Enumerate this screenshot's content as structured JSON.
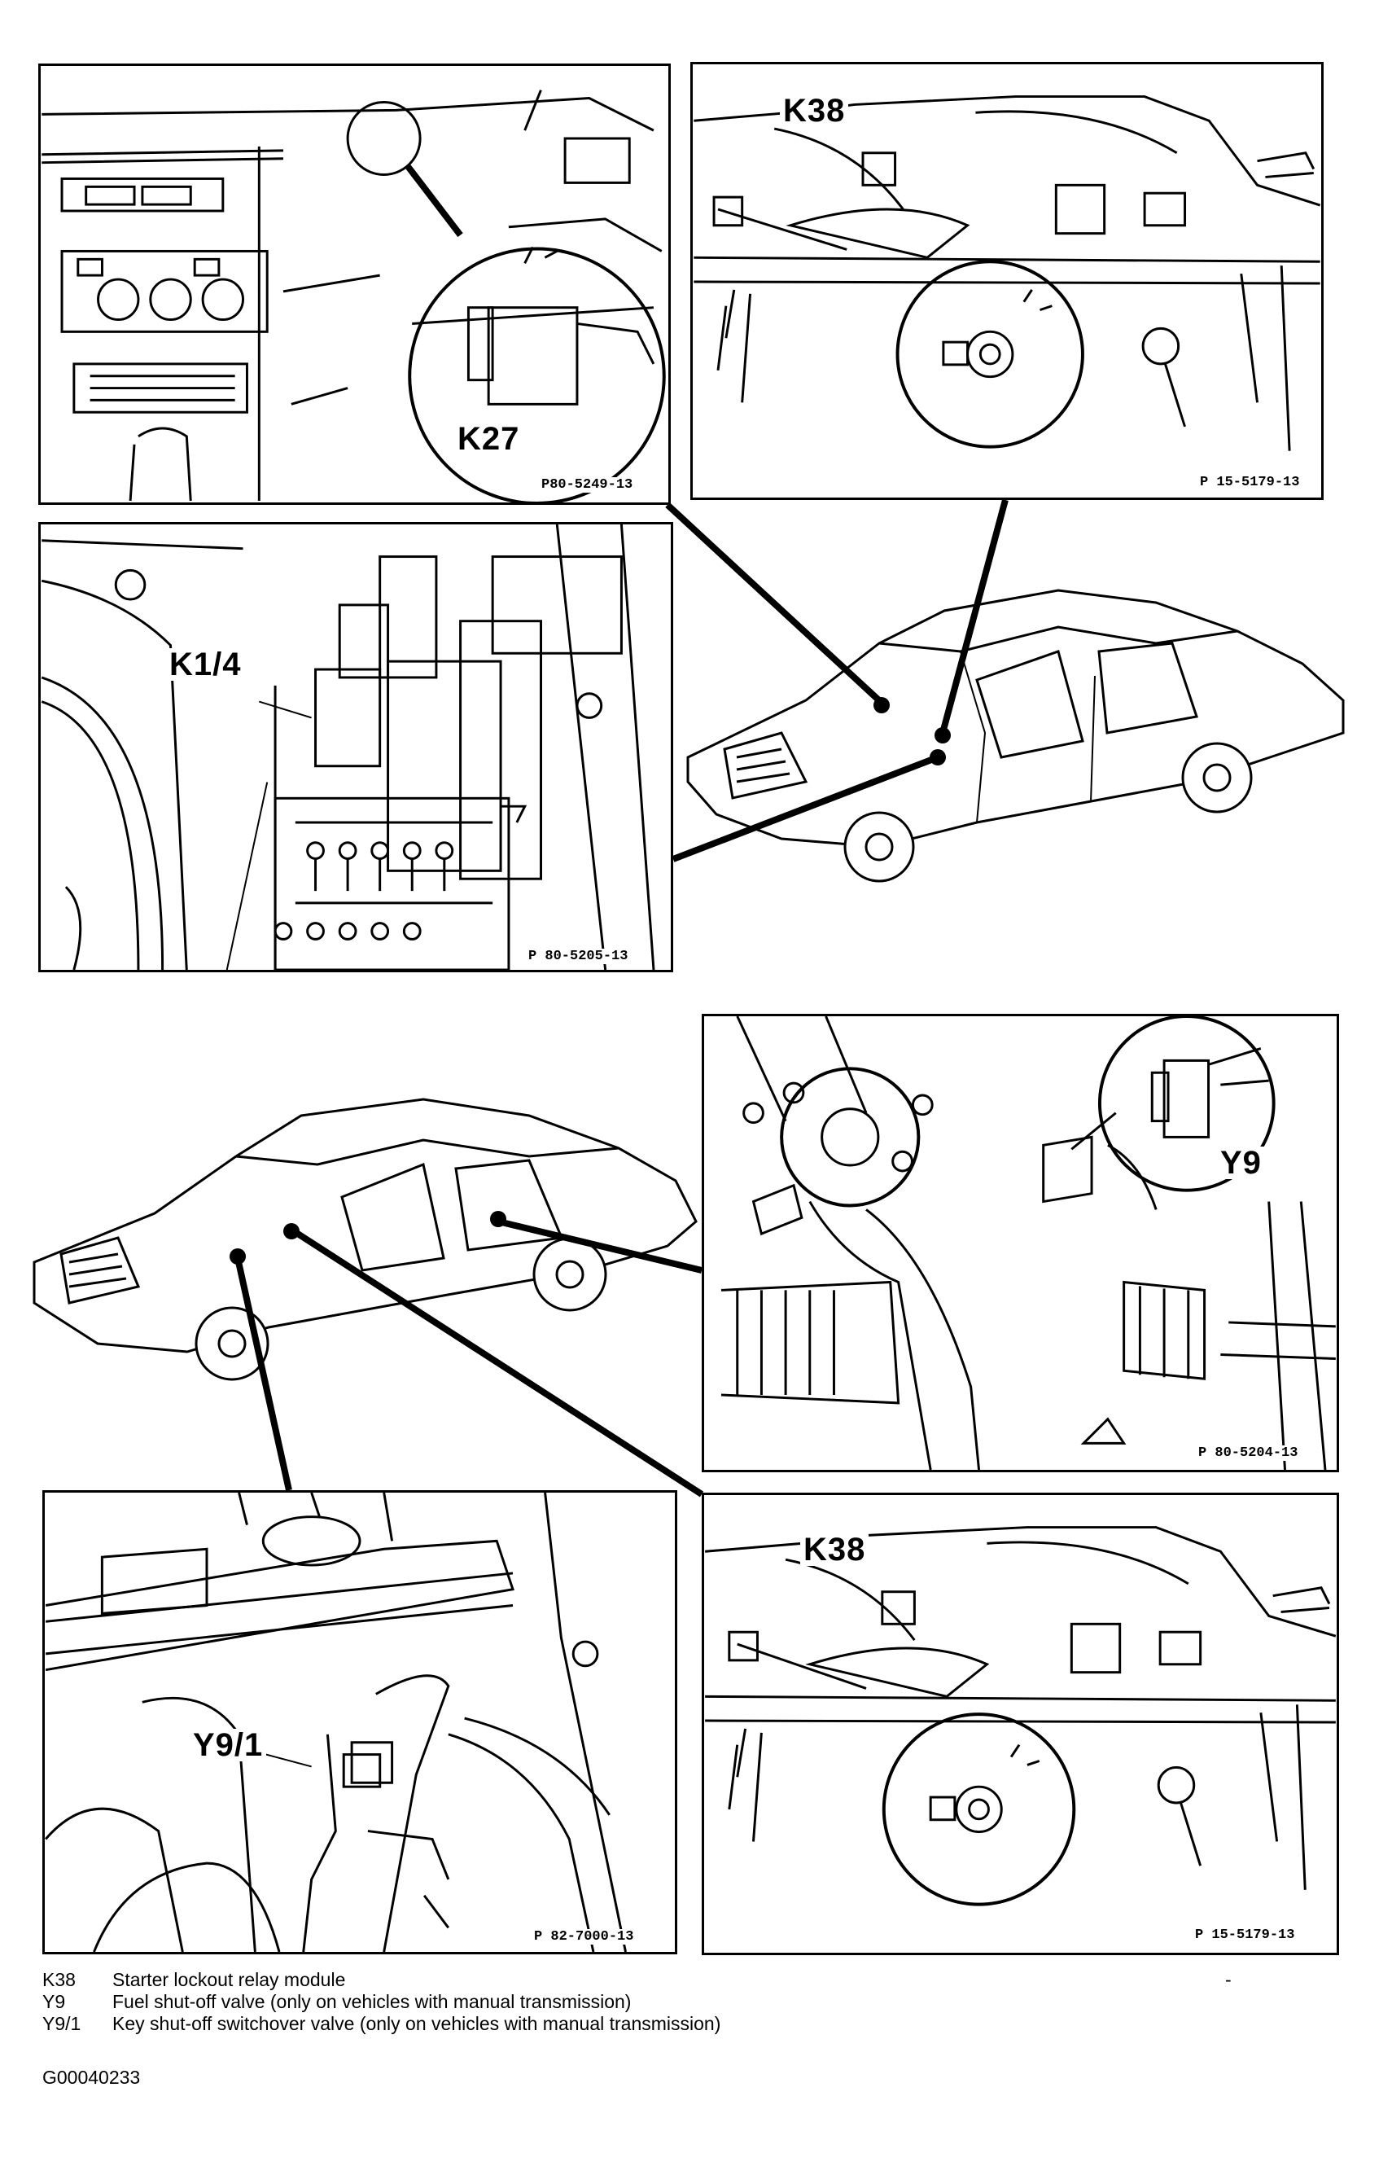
{
  "callouts": {
    "k27": "K27",
    "k38_top": "K38",
    "k14": "K1/4",
    "y9": "Y9",
    "k38_bottom": "K38",
    "y91": "Y9/1"
  },
  "photo_codes": {
    "p1": "P80-5249-13",
    "p2": "P 15-5179-13",
    "p3": "P 80-5205-13",
    "p4": "P 80-5204-13",
    "p5": "P 82-7000-13",
    "p6": "P 15-5179-13"
  },
  "legend": {
    "items": [
      {
        "code": "K38",
        "desc": "Starter lockout relay module"
      },
      {
        "code": "Y9",
        "desc": "Fuel shut-off valve (only on vehicles with manual transmission)"
      },
      {
        "code": "Y9/1",
        "desc": "Key shut-off switchover valve (only on vehicles with manual transmission)"
      }
    ],
    "dash": "-"
  },
  "doc_id": "G00040233",
  "colors": {
    "ink": "#000000",
    "paper": "#ffffff"
  }
}
